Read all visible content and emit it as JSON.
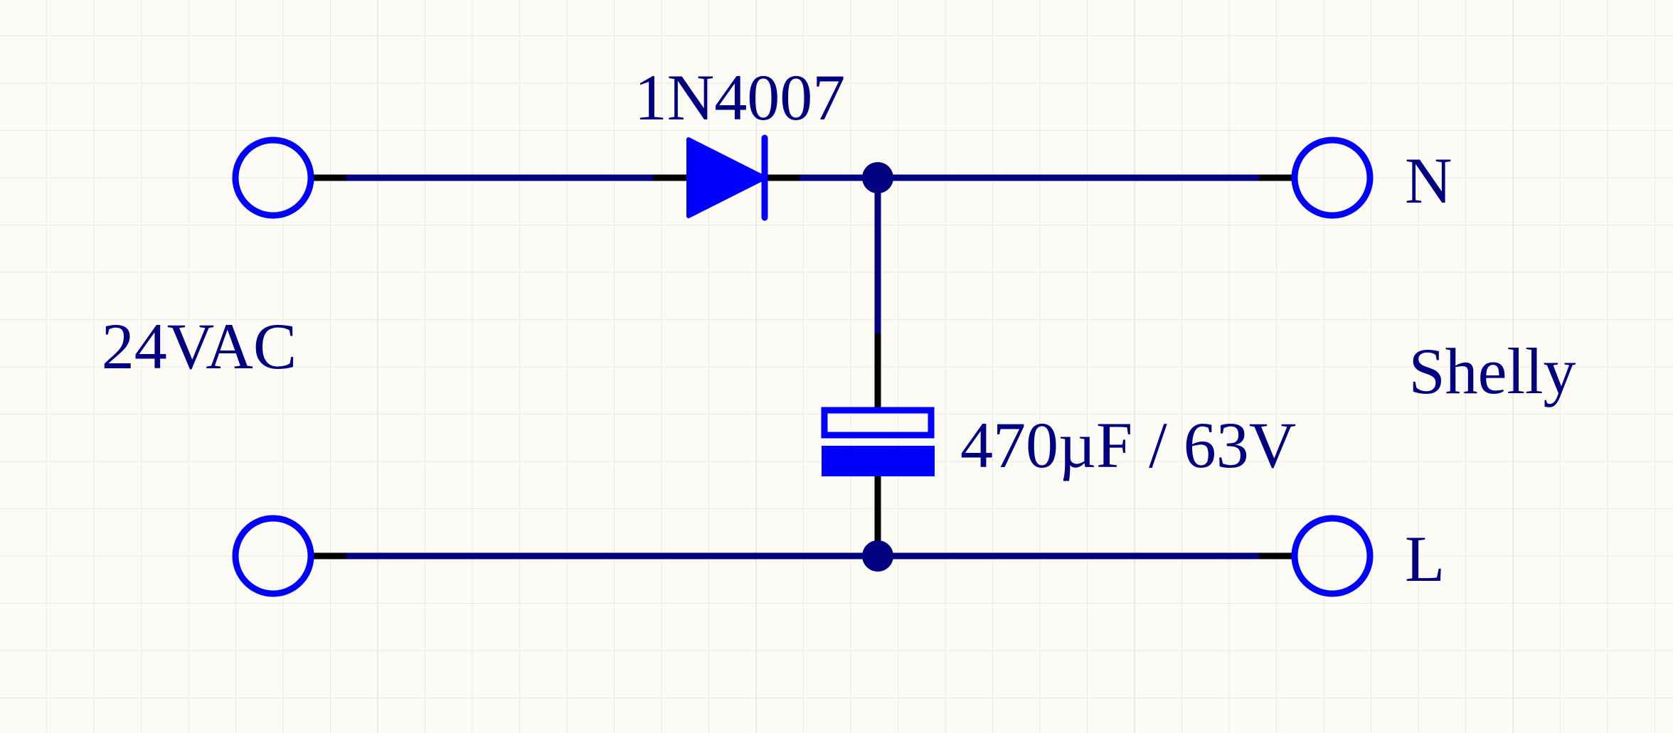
{
  "labels": {
    "diode": "1N4007",
    "source": "24VAC",
    "capacitor": "470µF / 63V",
    "device": "Shelly",
    "terminal_n": "N",
    "terminal_l": "L"
  },
  "colors": {
    "background": "#fdfbf6",
    "grid": "#ebe9e1",
    "wire": "#000080",
    "component": "#0000ff",
    "pin": "#000000",
    "junction": "#000080",
    "text": "#000080"
  }
}
